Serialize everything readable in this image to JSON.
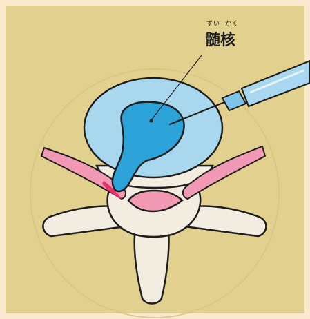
{
  "label": {
    "text": "髄核",
    "ruby": [
      "ずい",
      "かく"
    ]
  },
  "colors": {
    "background": "#e2d08e",
    "border": "#fbe9cf",
    "disc": "#a9d8ee",
    "nucleus": "#2ba3d9",
    "bone": "#f3ece0",
    "nerve": "#f29ab5",
    "outline": "#1d1d1d",
    "syringe": "#a8d7ef"
  },
  "icons": [
    "syringe-icon"
  ]
}
